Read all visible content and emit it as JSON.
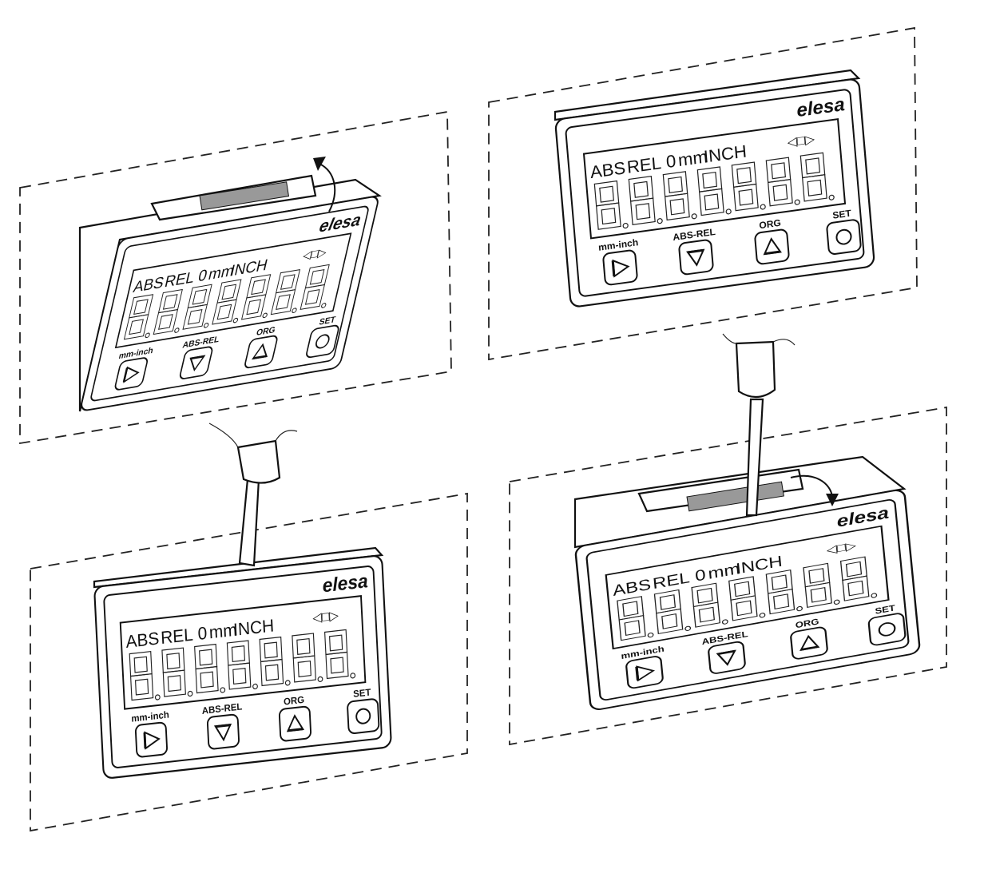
{
  "device": {
    "brand": "elesa",
    "indicators": {
      "abs": "ABS",
      "rel": "REL",
      "zero": "0",
      "mm": "mm",
      "inch": "INCH",
      "arrows": "◁□▷"
    },
    "digit_count": 7,
    "buttons": [
      {
        "label": "mm-inch",
        "icon": "play-right-icon"
      },
      {
        "label": "ABS-REL",
        "icon": "triangle-down-icon"
      },
      {
        "label": "ORG",
        "icon": "triangle-up-icon"
      },
      {
        "label": "SET",
        "icon": "circle-icon"
      }
    ]
  },
  "steps": [
    {
      "step": "tilt-out",
      "arrow": "curved-arrow-up"
    },
    {
      "step": "mounted"
    },
    {
      "step": "screwdriver-insert"
    },
    {
      "step": "screwdriver-lever",
      "arrow": "curved-arrow-down"
    }
  ]
}
